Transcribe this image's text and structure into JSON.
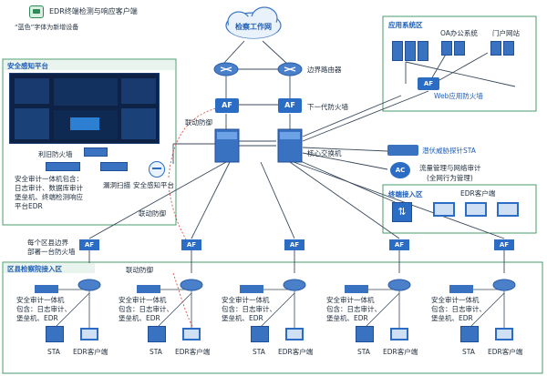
{
  "legend": {
    "edr_title": "EDR终端检测与响应客户端",
    "blue_font_note": "“蓝色”字体为新增设备"
  },
  "cloud": {
    "label": "检察工作网"
  },
  "core": {
    "border_router": "边界路由器",
    "next_gen_firewall": "下一代防火墙",
    "linkage_defense_1": "联动防御",
    "core_switch": "核心交换机",
    "sta": "潜伏威胁探针STA",
    "flow_mgmt_line1": "流量管理与网络审计",
    "flow_mgmt_line2": "(全网行为管理)",
    "ac_badge": "AC",
    "af_badge": "AF"
  },
  "app_zone": {
    "title": "应用系统区",
    "oa": "OA办公系统",
    "portal": "门户网站",
    "waf": "Web应用防火墙"
  },
  "security_zone": {
    "title": "安全感知平台",
    "old_firewall": "利旧防火墙",
    "audit_line1": "安全审计一体机包含：",
    "audit_line2": "日志审计、数据库审计",
    "audit_line3": "堡垒机、终端检测响应",
    "audit_line4": "平台EDR",
    "vuln_scan": "漏洞扫描",
    "sip": "安全感知平台",
    "linkage_defense_2": "联动防御"
  },
  "terminal_zone": {
    "title": "终端接入区",
    "edr_client": "EDR客户端"
  },
  "county": {
    "note_line1": "每个区县边界",
    "note_line2": "部署一台防火墙",
    "title": "区县检察院接入区",
    "linkage_defense_3": "联动防御",
    "units": [
      {
        "audit1": "安全审计一体机",
        "audit2": "包含：日志审计、",
        "audit3": "堡垒机、EDR",
        "sta": "STA",
        "edr": "EDR客户端"
      },
      {
        "audit1": "安全审计一体机",
        "audit2": "包含：日志审计、",
        "audit3": "堡垒机、EDR",
        "sta": "STA",
        "edr": "EDR客户端"
      },
      {
        "audit1": "安全审计一体机",
        "audit2": "包含：日志审计、",
        "audit3": "堡垒机、EDR",
        "sta": "STA",
        "edr": "EDR客户端"
      },
      {
        "audit1": "安全审计一体机",
        "audit2": "包含：日志审计、",
        "audit3": "堡垒机、EDR",
        "sta": "STA",
        "edr": "EDR客户端"
      },
      {
        "audit1": "安全审计一体机",
        "audit2": "包含：日志审计、",
        "audit3": "堡垒机、EDR",
        "sta": "STA",
        "edr": "EDR客户端"
      }
    ]
  },
  "colors": {
    "accent_blue": "#1f5fb8",
    "zone_green": "#2e8b57",
    "device_blue": "#2b6cc4",
    "link_red": "#d9534f"
  }
}
